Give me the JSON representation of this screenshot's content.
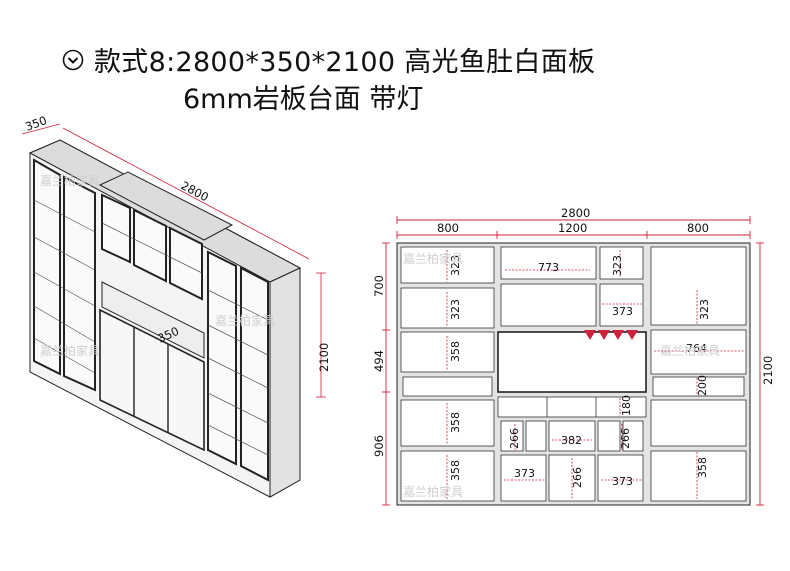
{
  "title": {
    "line1": "款式8:2800*350*2100 高光鱼肚白面板",
    "line2": "6mm岩板台面 带灯"
  },
  "watermark": "嘉兰柏家具",
  "colors": {
    "dimension": "#d0213a",
    "line": "#222222",
    "panel": "#e9e9e9"
  },
  "icons": {
    "title": "chevron-down-circle-icon"
  },
  "perspective": {
    "depth": "350",
    "width": "2800",
    "height": "2100",
    "inner_depth": "350"
  },
  "front": {
    "total_width": "2800",
    "widths": [
      "800",
      "1200",
      "800"
    ],
    "total_height": "2100",
    "heights_left": [
      "700",
      "494",
      "906"
    ],
    "labels": {
      "l_323a": "323",
      "l_323b": "323",
      "l_358a": "358",
      "l_358b": "358",
      "l_358c": "358",
      "c_773": "773",
      "c_323": "323",
      "c_373a": "373",
      "c_180": "180",
      "c_266a": "266",
      "c_382": "382",
      "c_266b": "266",
      "c_373b": "373",
      "c_266c": "266",
      "c_373c": "373",
      "r_323": "323",
      "r_764": "764",
      "r_200": "200",
      "r_358": "358"
    }
  }
}
